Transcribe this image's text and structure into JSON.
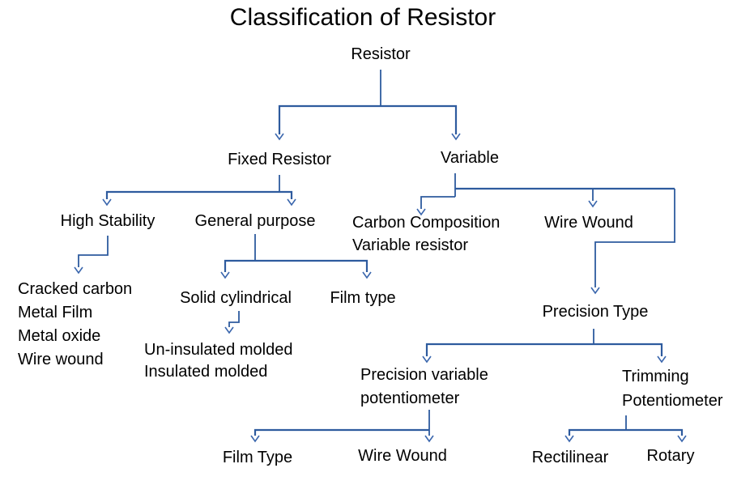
{
  "title": "Classification of Resistor",
  "colors": {
    "line": "#2E5B9E",
    "arrowhead": "#3A66AD",
    "text": "#000000",
    "background": "#FFFFFF"
  },
  "diagram_type": "tree",
  "tree": {
    "root": {
      "label": "Resistor"
    },
    "fixed": {
      "label": "Fixed Resistor",
      "high_stability": {
        "label": "High Stability",
        "items": [
          "Cracked carbon",
          "Metal Film",
          "Metal oxide",
          "Wire wound"
        ]
      },
      "general_purpose": {
        "label": "General purpose",
        "solid_cylindrical": {
          "label": "Solid cylindrical",
          "items": [
            "Un-insulated molded",
            "Insulated molded"
          ]
        },
        "film_type": {
          "label": "Film type"
        }
      }
    },
    "variable": {
      "label": "Variable",
      "carbon_composition": {
        "line1": "Carbon Composition",
        "line2": "Variable resistor"
      },
      "wire_wound": {
        "label": "Wire Wound",
        "precision_type": {
          "label": "Precision Type",
          "precision_variable_potentiometer": {
            "line1": "Precision variable",
            "line2": "potentiometer",
            "film_type": {
              "label": "Film Type"
            },
            "wire_wound": {
              "label": "Wire Wound"
            }
          },
          "trimming_potentiometer": {
            "line1": "Trimming",
            "line2": "Potentiometer",
            "rectilinear": {
              "label": "Rectilinear"
            },
            "rotary": {
              "label": "Rotary"
            }
          }
        }
      }
    }
  }
}
